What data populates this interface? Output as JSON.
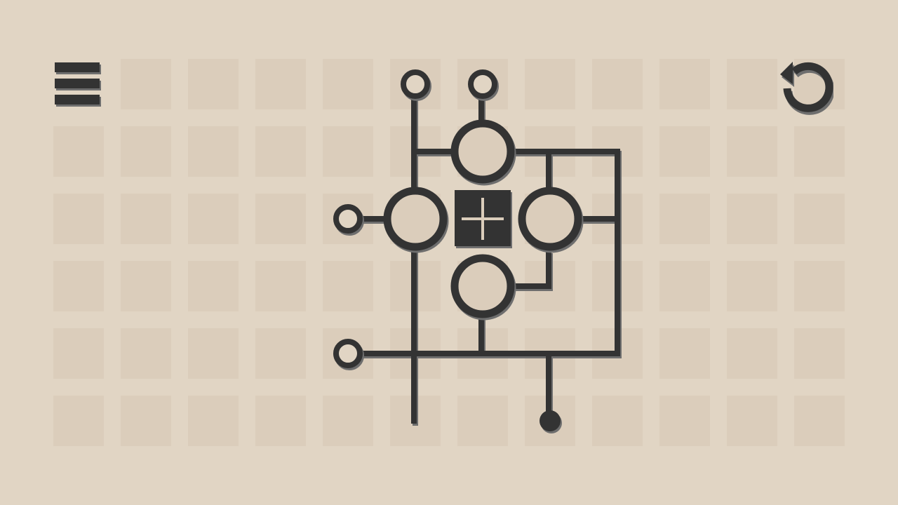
{
  "theme": {
    "background": "#e1d5c4",
    "cell": "#dbcdbb",
    "ink": "#333333",
    "ink_shadow": "#6e6e6e"
  },
  "hud": {
    "menu_icon": "hamburger-menu-icon",
    "reset_icon": "undo-arrow-icon"
  },
  "board": {
    "columns": 12,
    "rows": 6,
    "empty_cells": [
      [
        0,
        0
      ]
    ],
    "wires": [
      [
        [
          590,
          140
        ],
        [
          590,
          600
        ]
      ],
      [
        [
          686,
          140
        ],
        [
          686,
          170
        ]
      ],
      [
        [
          590,
          216
        ],
        [
          640,
          216
        ]
      ],
      [
        [
          734,
          216
        ],
        [
          880,
          216
        ]
      ],
      [
        [
          880,
          216
        ],
        [
          880,
          504
        ]
      ],
      [
        [
          782,
          216
        ],
        [
          782,
          264
        ]
      ],
      [
        [
          516,
          312
        ],
        [
          544,
          312
        ]
      ],
      [
        [
          830,
          312
        ],
        [
          880,
          312
        ]
      ],
      [
        [
          782,
          362
        ],
        [
          782,
          408
        ]
      ],
      [
        [
          734,
          408
        ],
        [
          782,
          408
        ]
      ],
      [
        [
          686,
          456
        ],
        [
          686,
          504
        ]
      ],
      [
        [
          516,
          504
        ],
        [
          880,
          504
        ]
      ],
      [
        [
          782,
          504
        ],
        [
          782,
          600
        ]
      ]
    ],
    "terminals": [
      {
        "name": "terminal-top-left",
        "col": 5,
        "row": 0
      },
      {
        "name": "terminal-top-right",
        "col": 6,
        "row": 0
      },
      {
        "name": "terminal-left-mid",
        "col": 4,
        "row": 2
      },
      {
        "name": "terminal-left-low",
        "col": 4,
        "row": 4
      }
    ],
    "nodes": [
      {
        "name": "ring-node-top",
        "col": 6,
        "row": 1
      },
      {
        "name": "ring-node-left",
        "col": 5,
        "row": 2
      },
      {
        "name": "ring-node-right",
        "col": 7,
        "row": 2
      },
      {
        "name": "ring-node-bottom",
        "col": 6,
        "row": 3
      }
    ],
    "hub": {
      "name": "cross-hub",
      "col": 6,
      "row": 2
    },
    "dots": [
      {
        "name": "endpoint-dot",
        "col": 7,
        "row": 5
      }
    ]
  }
}
